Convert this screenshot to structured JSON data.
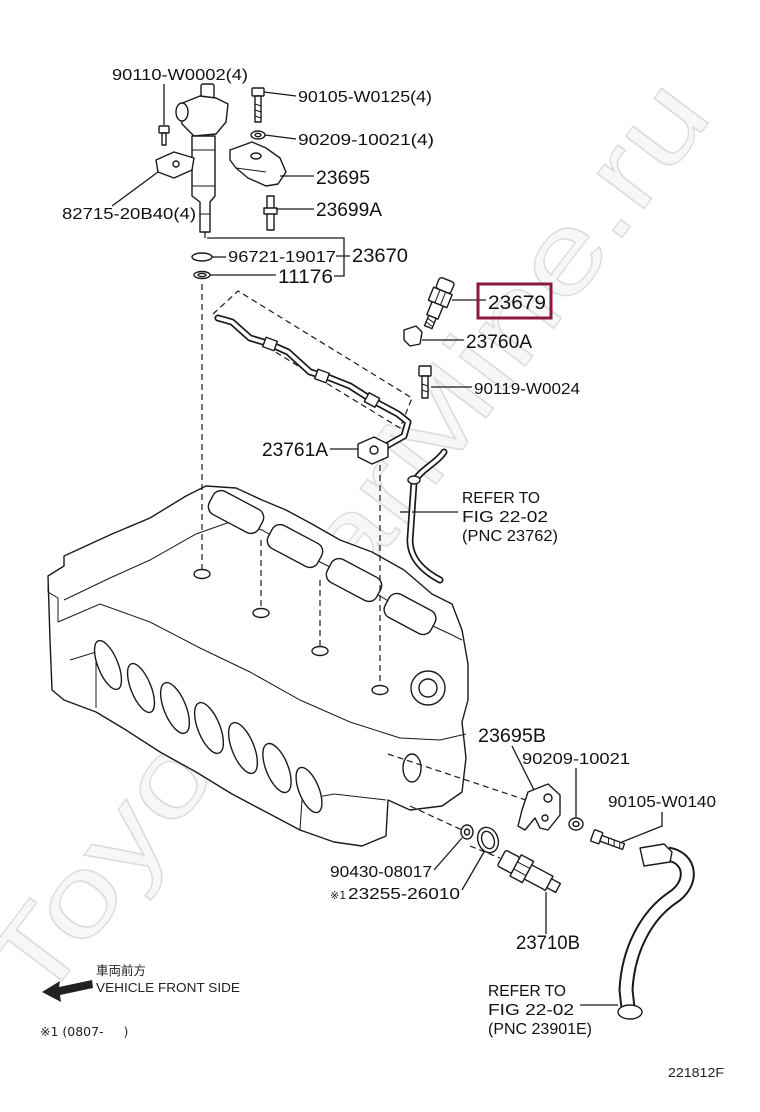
{
  "diagram": {
    "highlight_color": "#8b1a3a",
    "watermark": "ToyotaCarMine.ru",
    "callouts": {
      "bolt_top": "90110-W0002(4)",
      "bolt_clamp": "90105-W0125(4)",
      "washer_clamp": "90209-10021(4)",
      "clamp": "23695",
      "bracket": "82715-20B40(4)",
      "stud": "23699A",
      "o_ring": "96721-19017",
      "injector_assy": "23670",
      "gasket": "11176",
      "sensor": "23679",
      "clip": "23760A",
      "sensor_bolt": "90119-W0024",
      "pipe_fitting": "23761A",
      "clamp_lower": "23695B",
      "washer_lower": "90209-10021",
      "bolt_lower": "90105-W0140",
      "ring_small": "90430-08017",
      "ring_large_mark": "※1",
      "ring_large": "23255-26010",
      "unit_lower": "23710B"
    },
    "refer_upper": {
      "line1": "REFER TO",
      "line2": "FIG 22-02",
      "line3": "(PNC 23762)"
    },
    "refer_lower": {
      "line1": "REFER TO",
      "line2": "FIG 22-02",
      "line3": "(PNC 23901E)"
    },
    "direction": {
      "jp": "車両前方",
      "en": "VEHICLE FRONT SIDE"
    },
    "note": "※1 (0807-     )",
    "code": "221812F"
  }
}
